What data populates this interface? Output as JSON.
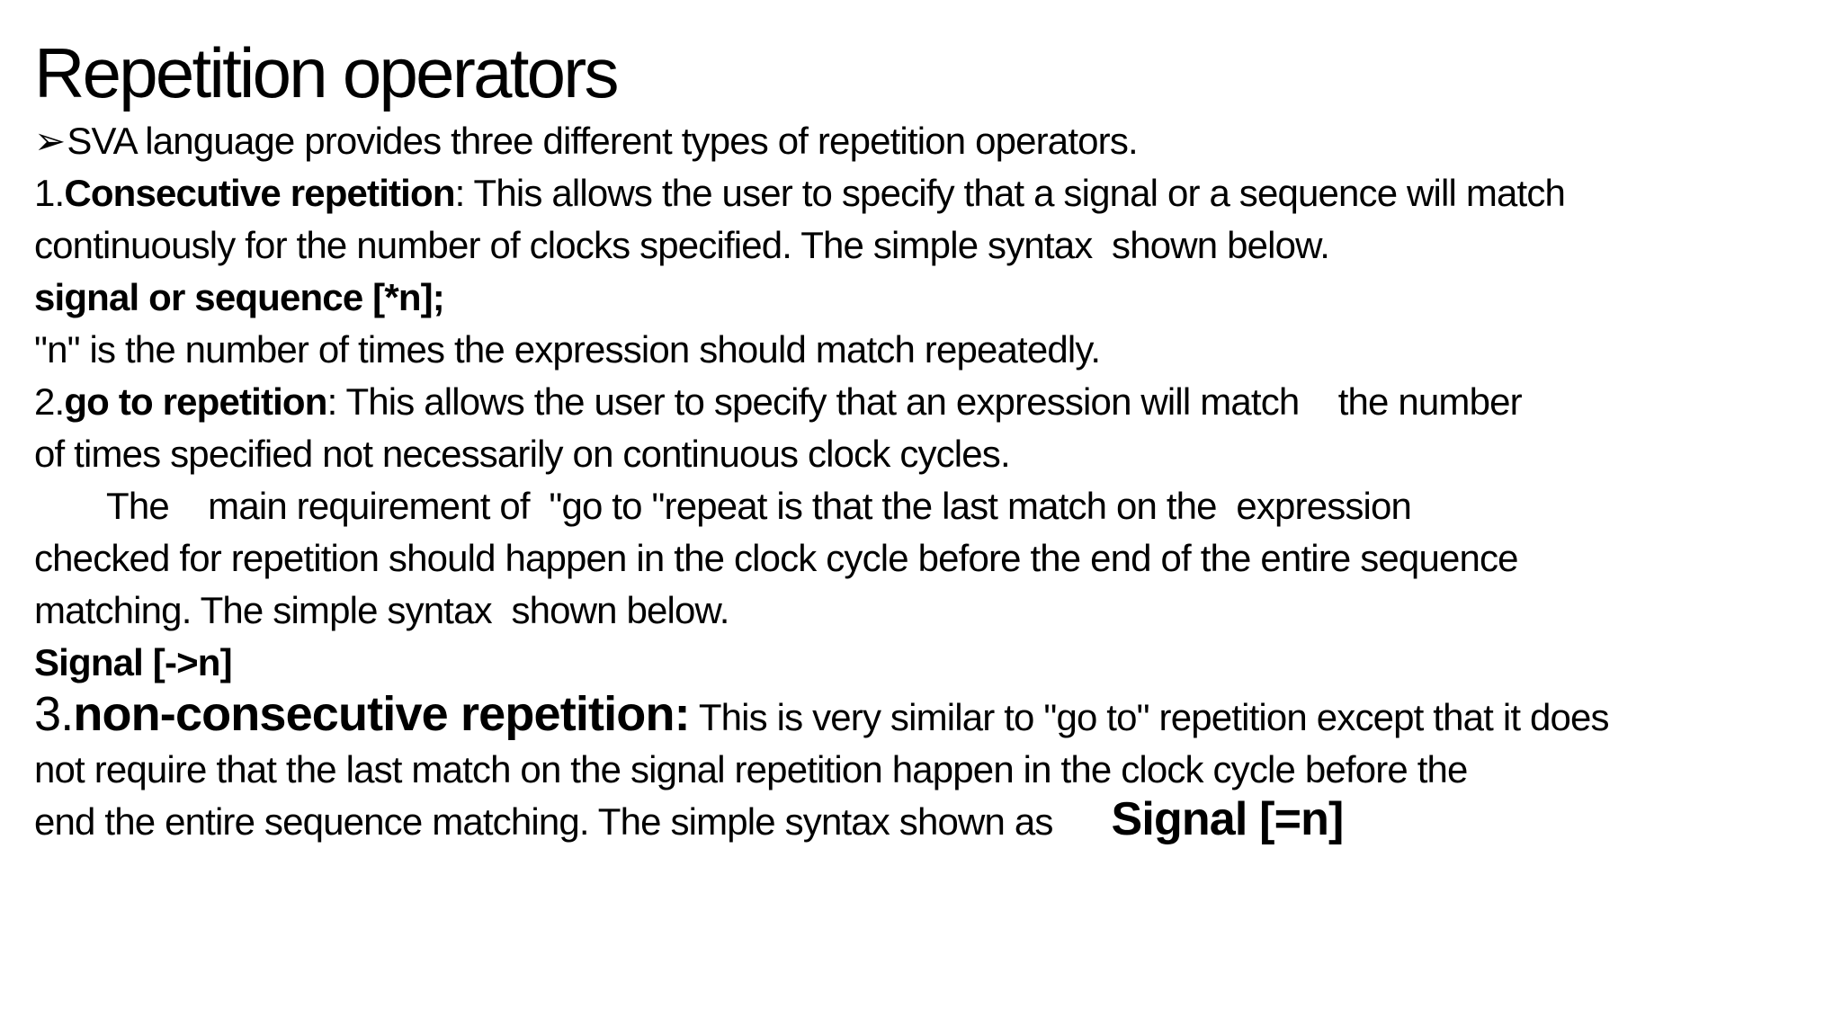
{
  "slide": {
    "title": "Repetition operators",
    "colors": {
      "background": "#ffffff",
      "text": "#000000"
    },
    "bullet": {
      "marker": "➢",
      "text": "SVA language provides three different types of repetition operators."
    },
    "item1": {
      "number": "1.",
      "label": "Consecutive repetition",
      "body": ": This allows the user to specify that a signal or a sequence will match\ncontinuously for the number of clocks specified. The simple syntax  shown below.",
      "syntax": "signal or sequence [*n];",
      "note": "\"n\" is the number of times the expression should match repeatedly."
    },
    "item2": {
      "number": "2.",
      "label": "go to repetition",
      "body": ": This allows the user to specify that an expression will match    the number\nof times specified not necessarily on continuous clock cycles.",
      "detail": "The    main requirement of  \"go to \"repeat is that the last match on the  expression\nchecked for repetition should happen in the clock cycle before the end of the entire sequence\nmatching. The simple syntax  shown below.",
      "syntax": "Signal [->n]"
    },
    "item3": {
      "number": "3.",
      "label": "non-consecutive repetition:",
      "body": " This is very similar to \"go to\" repetition except that it does\nnot require that the last match on the signal repetition happen in the clock cycle before the\nend the entire sequence matching. The simple syntax shown as      ",
      "syntax": "Signal [=n]"
    }
  }
}
